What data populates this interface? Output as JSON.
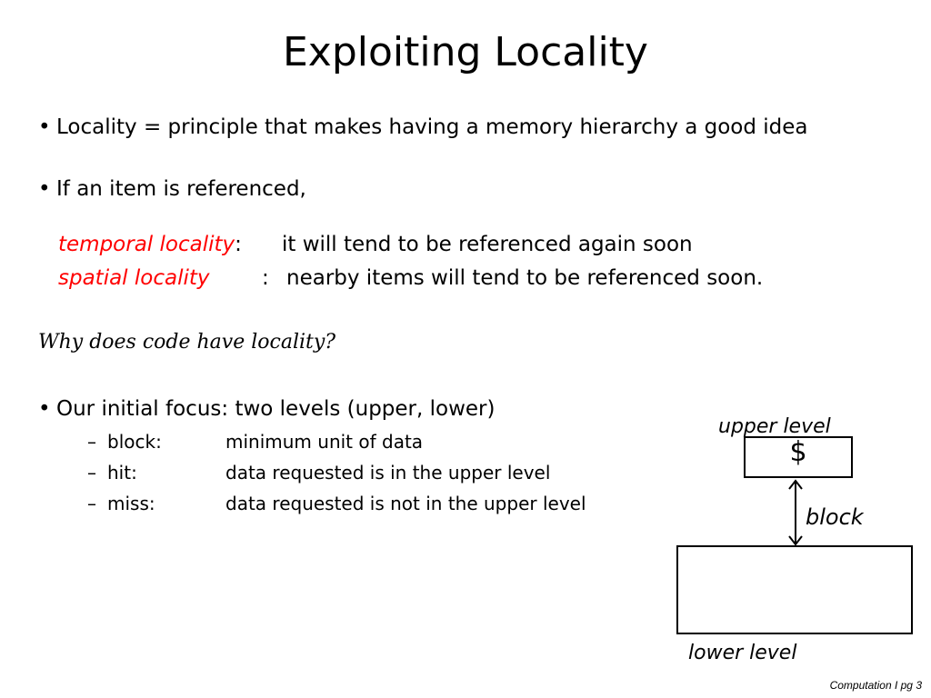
{
  "slide": {
    "title": "Exploiting Locality",
    "bullets": [
      "Locality = principle that makes having a memory hierarchy a good idea",
      "If an item is referenced,"
    ],
    "localities": [
      {
        "term": "temporal locality",
        "sep": ":",
        "desc": "it will tend to be referenced again soon"
      },
      {
        "term": "spatial locality",
        "sep": ":",
        "desc": "nearby items will tend to be referenced soon."
      }
    ],
    "question": "Why does code have locality?",
    "focus": {
      "text": "Our initial focus:  two levels (upper, lower)",
      "items": [
        {
          "term": "block:",
          "desc": "minimum unit of data"
        },
        {
          "term": "hit:",
          "desc": "data requested is in the upper level"
        },
        {
          "term": "miss:",
          "desc": "data requested is not in the upper level"
        }
      ]
    },
    "bullet_glyph": "•",
    "dash_glyph": "–"
  },
  "diagram": {
    "upper_label": "upper level",
    "upper_symbol": "$",
    "transfer_label": "block",
    "lower_label": "lower level"
  },
  "footer": {
    "text": "Computation I  pg 3"
  },
  "colors": {
    "accent": "#ff0000",
    "text": "#000000",
    "background": "#ffffff"
  }
}
